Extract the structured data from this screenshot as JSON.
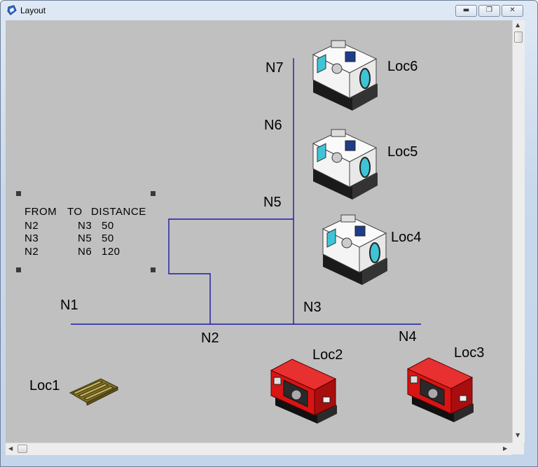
{
  "window": {
    "title": "Layout"
  },
  "nodes": {
    "n1": "N1",
    "n2": "N2",
    "n3": "N3",
    "n4": "N4",
    "n5": "N5",
    "n6": "N6",
    "n7": "N7"
  },
  "locations": {
    "loc1": "Loc1",
    "loc2": "Loc2",
    "loc3": "Loc3",
    "loc4": "Loc4",
    "loc5": "Loc5",
    "loc6": "Loc6"
  },
  "distance_table": {
    "header": {
      "from": "FROM",
      "to": "TO",
      "distance": "DISTANCE"
    },
    "rows": [
      {
        "from": "N2",
        "to": "N3",
        "distance": "50"
      },
      {
        "from": "N3",
        "to": "N5",
        "distance": "50"
      },
      {
        "from": "N2",
        "to": "N6",
        "distance": "120"
      }
    ]
  },
  "colors": {
    "path": "#1a1aa8",
    "canvas": "#c0c0c0",
    "lathe_white": "#f4f4f4",
    "lathe_red": "#d81414",
    "pallet": "#8a7a2a"
  },
  "icons": {
    "app": "layout-app-icon",
    "white_machine": "cnc-lathe-white-icon",
    "red_machine": "cnc-lathe-red-icon",
    "pallet": "pallet-icon"
  }
}
